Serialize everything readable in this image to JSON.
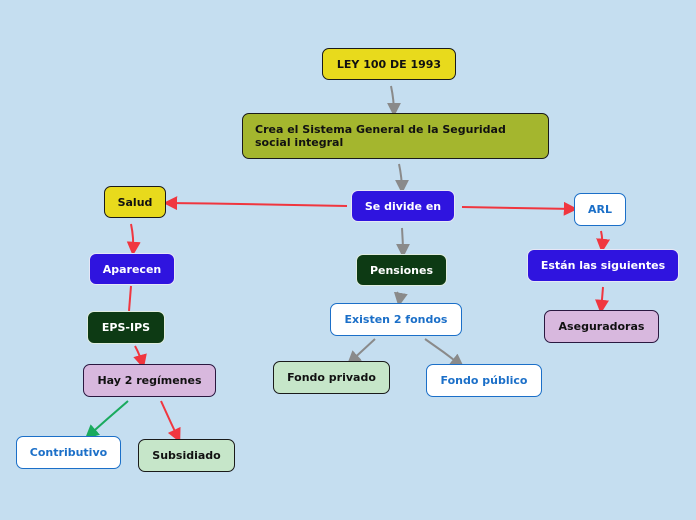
{
  "colors": {
    "background": "#c5def0",
    "link_gray": "#8a8a8a",
    "link_red": "#f0363f",
    "link_green": "#1aaa5e"
  },
  "nodes": {
    "ley": "LEY 100 DE 1993",
    "crea": "Crea el Sistema General de la  Seguridad social integral",
    "divide": "Se divide en",
    "salud": "Salud",
    "arl": "ARL",
    "aparecen": "Aparecen",
    "pensiones": "Pensiones",
    "siguientes": "Están las siguientes",
    "eps": "EPS-IPS",
    "fondos": "Existen 2 fondos",
    "aseguradoras": "Aseguradoras",
    "regimenes": "Hay 2 regímenes",
    "privado": "Fondo privado",
    "publico": "Fondo público",
    "contributivo": "Contributivo",
    "subsidiado": "Subsidiado"
  }
}
